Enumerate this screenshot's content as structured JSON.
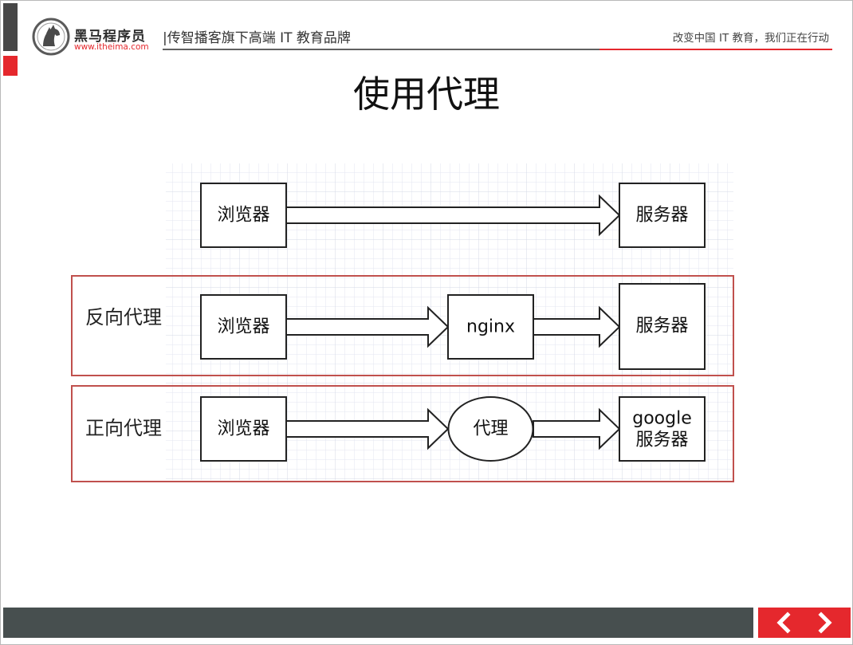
{
  "header": {
    "brand_name": "黑马程序员",
    "brand_url": "www.itheima.com",
    "tagline": "|传智播客旗下高端 IT 教育品牌",
    "slogan": "改变中国 IT 教育，我们正在行动"
  },
  "slide": {
    "title": "使用代理"
  },
  "diagram": {
    "row1": {
      "client": "浏览器",
      "server": "服务器"
    },
    "row2": {
      "label": "反向代理",
      "client": "浏览器",
      "proxy": "nginx",
      "server": "服务器"
    },
    "row3": {
      "label": "正向代理",
      "client": "浏览器",
      "proxy": "代理",
      "server_line1": "google",
      "server_line2": "服务器"
    }
  },
  "colors": {
    "accent_red": "#e5282d",
    "frame_red": "#c0504d",
    "dark_gray": "#474f4f"
  },
  "nav": {
    "prev_icon": "chevron-left-icon",
    "next_icon": "chevron-right-icon"
  }
}
